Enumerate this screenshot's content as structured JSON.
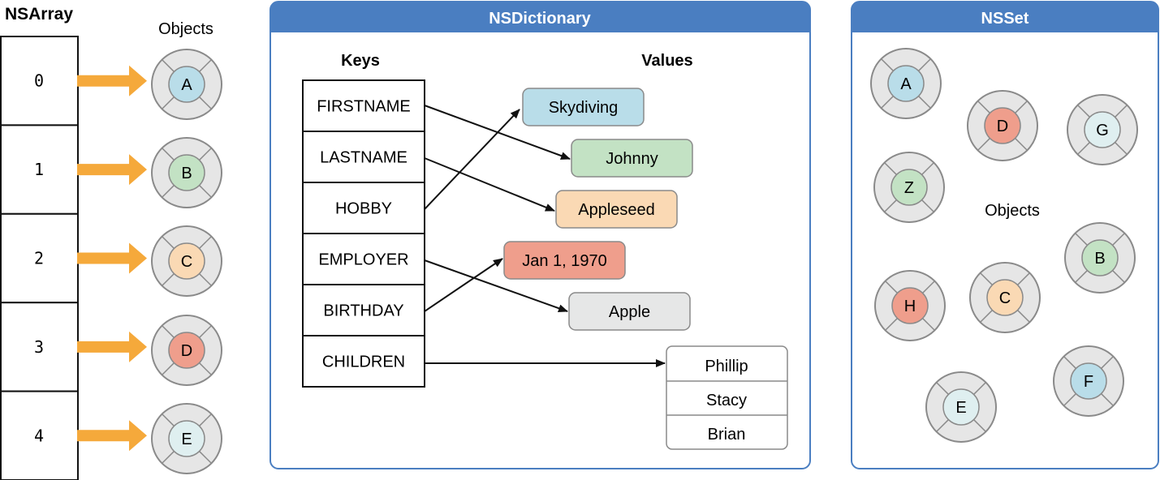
{
  "nsarray": {
    "title": "NSArray",
    "objects_label": "Objects",
    "indices": [
      "0",
      "1",
      "2",
      "3",
      "4"
    ],
    "objects": [
      {
        "letter": "A",
        "color": "#b9dde9"
      },
      {
        "letter": "B",
        "color": "#c3e2c4"
      },
      {
        "letter": "C",
        "color": "#fad9b4"
      },
      {
        "letter": "D",
        "color": "#ef9e8c"
      },
      {
        "letter": "E",
        "color": "#dfeff0"
      }
    ],
    "arrow_color": "#f5a93b"
  },
  "nsdictionary": {
    "title": "NSDictionary",
    "keys_label": "Keys",
    "values_label": "Values",
    "keys": [
      "FIRSTNAME",
      "LASTNAME",
      "HOBBY",
      "EMPLOYER",
      "BIRTHDAY",
      "CHILDREN"
    ],
    "values": [
      {
        "text": "Skydiving",
        "color": "#b9dde9"
      },
      {
        "text": "Johnny",
        "color": "#c3e2c4"
      },
      {
        "text": "Appleseed",
        "color": "#fad9b4"
      },
      {
        "text": "Jan 1, 1970",
        "color": "#ef9e8c"
      },
      {
        "text": "Apple",
        "color": "#e6e7e7"
      }
    ],
    "children": [
      "Phillip",
      "Stacy",
      "Brian"
    ]
  },
  "nsset": {
    "title": "NSSet",
    "objects_label": "Objects",
    "objects": [
      {
        "letter": "A",
        "color": "#b9dde9"
      },
      {
        "letter": "D",
        "color": "#ef9e8c"
      },
      {
        "letter": "G",
        "color": "#dfeff0"
      },
      {
        "letter": "Z",
        "color": "#c3e2c4"
      },
      {
        "letter": "B",
        "color": "#c3e2c4"
      },
      {
        "letter": "H",
        "color": "#ef9e8c"
      },
      {
        "letter": "C",
        "color": "#fad9b4"
      },
      {
        "letter": "F",
        "color": "#b9dde9"
      },
      {
        "letter": "E",
        "color": "#dfeff0"
      }
    ]
  },
  "colors": {
    "panel_header": "#4a7ec1",
    "panel_border": "#4a7ec1",
    "ring_fill": "#e6e6e6",
    "ring_stroke": "#8a8a8a"
  }
}
